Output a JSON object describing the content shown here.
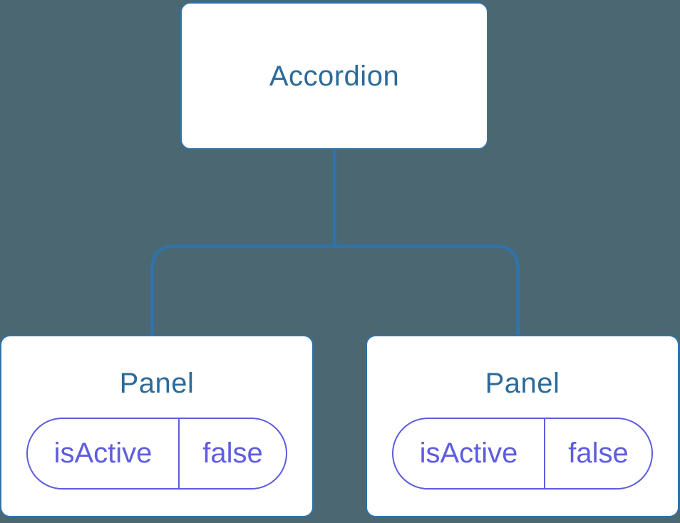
{
  "diagram": {
    "kind": "component-tree",
    "colors": {
      "background": "#4B6772",
      "node_fill": "#FFFFFF",
      "node_border": "#3173A6",
      "node_label": "#2B6A99",
      "connector": "#3173A6",
      "prop_accent": "#5E5CE0"
    },
    "root": {
      "label": "Accordion"
    },
    "children": [
      {
        "label": "Panel",
        "props": [
          {
            "name": "isActive",
            "value": "false"
          }
        ]
      },
      {
        "label": "Panel",
        "props": [
          {
            "name": "isActive",
            "value": "false"
          }
        ]
      }
    ]
  }
}
